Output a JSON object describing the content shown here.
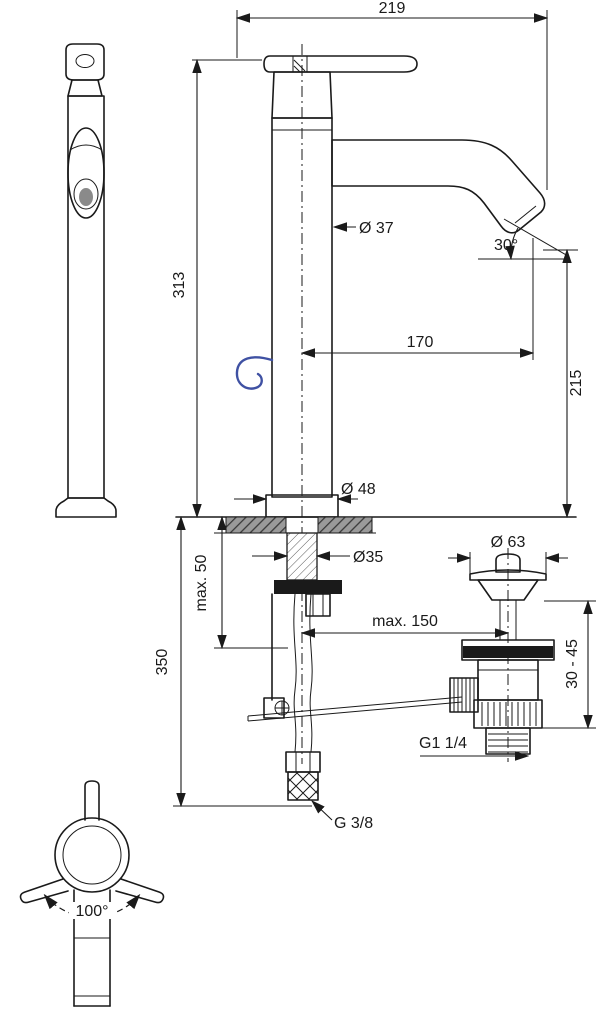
{
  "drawing": {
    "title": "single-lever vessel basin mixer installation drawing",
    "labels": {
      "width_overall": "219",
      "height_above_deck": "313",
      "body_diameter": "Ø 37",
      "spout_angle": "30°",
      "spout_reach": "170",
      "outlet_height": "215",
      "base_diameter": "Ø 48",
      "shank_diameter": "Ø35",
      "deck_thickness": "max. 50",
      "supply_length": "350",
      "drain_offset": "max. 150",
      "waste_cap_diameter": "Ø 63",
      "basin_thickness_range": "30 - 45",
      "waste_thread": "G1 1/4",
      "supply_thread": "G 3/8",
      "handle_swivel_angle": "100°"
    },
    "colors": {
      "line": "#1a1a1a",
      "accent_blue": "#3f51a3",
      "deck_fill": "#9a9a9a"
    }
  }
}
